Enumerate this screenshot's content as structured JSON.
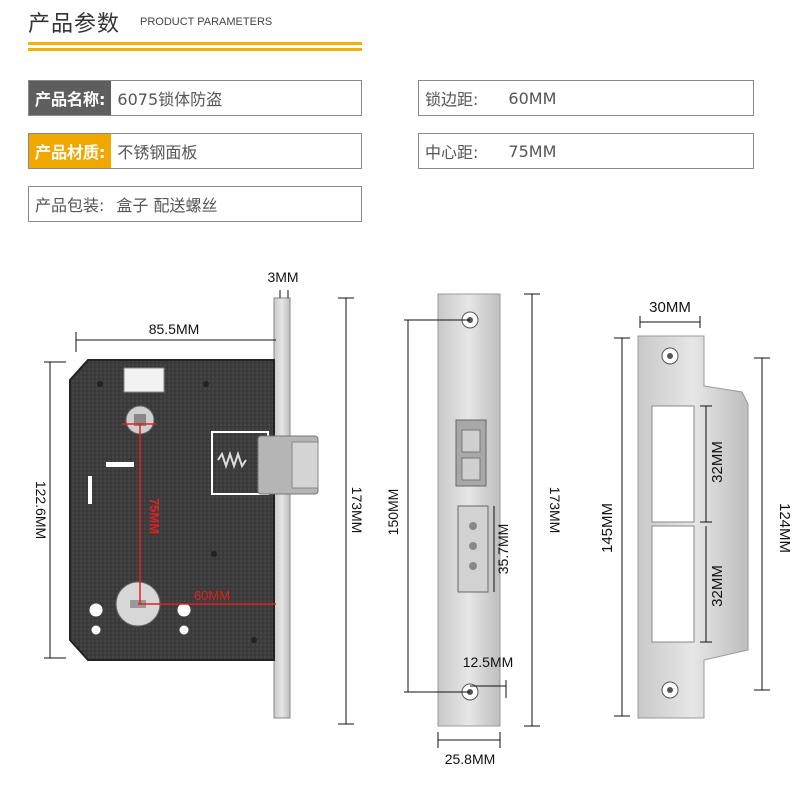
{
  "header": {
    "title": "产品参数",
    "subtitle": "PRODUCT PARAMETERS"
  },
  "params": {
    "name_label": "产品名称:",
    "name_value": "6075锁体防盗",
    "material_label": "产品材质:",
    "material_value": "不锈钢面板",
    "package_label": "产品包装:",
    "package_value": "盒子 配送螺丝",
    "backset_label": "锁边距:",
    "backset_value": "60MM",
    "center_label": "中心距:",
    "center_value": "75MM"
  },
  "dimensions": {
    "faceplate_thickness": "3MM",
    "body_width": "85.5MM",
    "body_height": "122.6MM",
    "center_distance": "75MM",
    "backset": "60MM",
    "total_height_left": "173MM",
    "hole_spacing": "150MM",
    "total_height_mid": "173MM",
    "latch_window": "35.7MM",
    "screw_offset": "12.5MM",
    "faceplate_width": "25.8MM",
    "strike_width": "30MM",
    "strike_height": "145MM",
    "strike_inner_height": "124MM",
    "strike_window_upper": "32MM",
    "strike_window_lower": "32MM"
  },
  "colors": {
    "accent": "#f0a800",
    "label_dark": "#5e5e5e"
  }
}
